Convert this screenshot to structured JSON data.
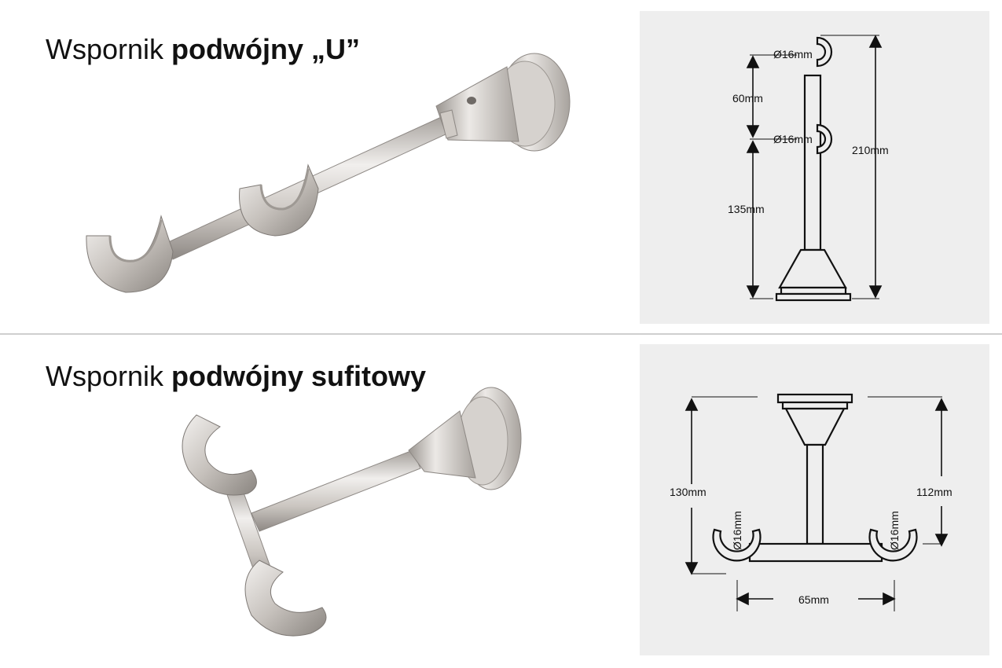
{
  "brackets": [
    {
      "title_regular": "Wspornik ",
      "title_bold": "podwójny „U”",
      "dimensions": {
        "rod_diameter_1": "Ø16mm",
        "rod_diameter_2": "Ø16mm",
        "spacing": "60mm",
        "lower_length": "135mm",
        "total_length": "210mm"
      }
    },
    {
      "title_regular": "Wspornik ",
      "title_bold": "podwójny sufitowy",
      "dimensions": {
        "rod_diameter_1": "Ø16mm",
        "rod_diameter_2": "Ø16mm",
        "total_height": "130mm",
        "drop_height": "112mm",
        "rod_spacing": "65mm"
      }
    }
  ],
  "colors": {
    "panel_bg": "#eeeeee",
    "metal_light": "#e6e3e0",
    "metal_dark": "#8f8a86",
    "line": "#111111",
    "divider": "#cfcfcf"
  }
}
